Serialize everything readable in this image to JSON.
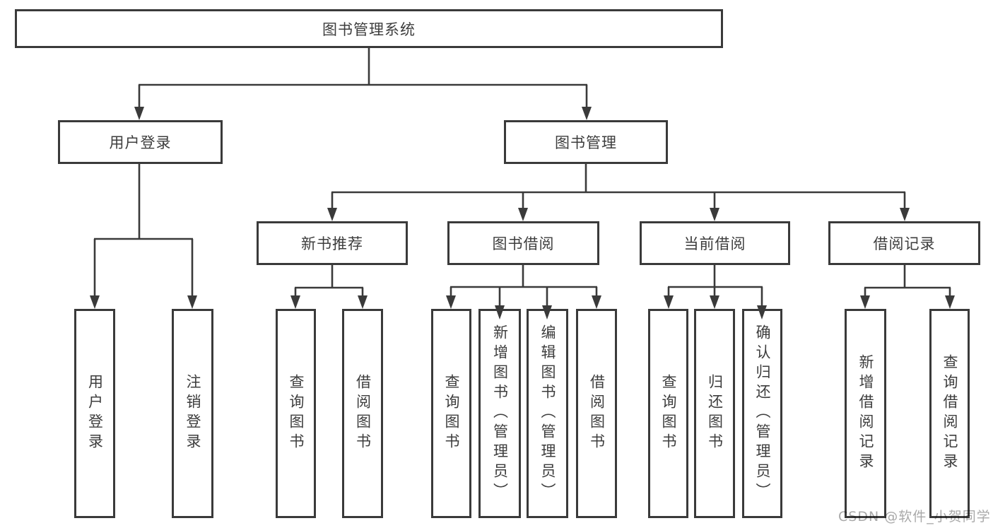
{
  "diagram": {
    "type": "hierarchy-tree",
    "root": "图书管理系统",
    "level2": [
      "用户登录",
      "图书管理"
    ],
    "level3": [
      "新书推荐",
      "图书借阅",
      "当前借阅",
      "借阅记录"
    ],
    "leaves": {
      "user_login": [
        "用户登录",
        "注销登录"
      ],
      "new_book": [
        "查询图书",
        "借阅图书"
      ],
      "book_borrow": [
        "查询图书",
        "新增图书（管理员）",
        "编辑图书（管理员）",
        "借阅图书"
      ],
      "current_borrow": [
        "查询图书",
        "归还图书",
        "确认归还（管理员）"
      ],
      "borrow_record": [
        "新增借阅记录",
        "查询借阅记录"
      ]
    },
    "colors": {
      "line": "#3a3a3a",
      "text": "#3d3d3d",
      "background": "#ffffff",
      "watermark": "#a9a9a9"
    },
    "watermark": "CSDN @软件_小贺同学"
  }
}
